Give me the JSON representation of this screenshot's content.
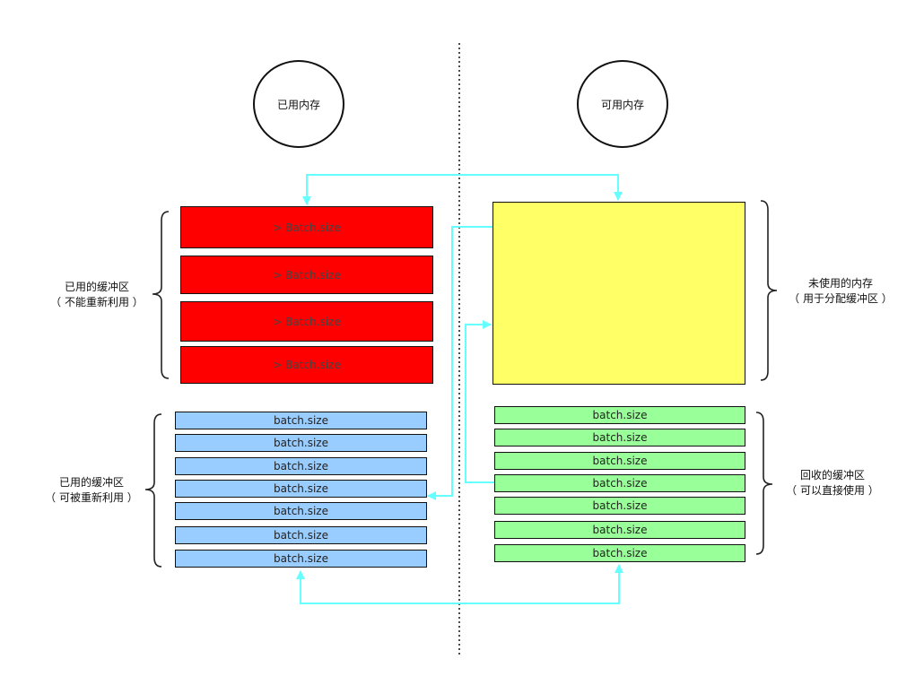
{
  "circles": {
    "used_memory": "已用内存",
    "available_memory": "可用内存"
  },
  "red_blocks": [
    "> Batch.size",
    "> Batch.size",
    "> Batch.size",
    "> Batch.size"
  ],
  "blue_blocks": [
    "batch.size",
    "batch.size",
    "batch.size",
    "batch.size",
    "batch.size",
    "batch.size",
    "batch.size"
  ],
  "green_blocks": [
    "batch.size",
    "batch.size",
    "batch.size",
    "batch.size",
    "batch.size",
    "batch.size",
    "batch.size"
  ],
  "labels": {
    "used_non_reusable_line1": "已用的缓冲区",
    "used_non_reusable_line2": "（ 不能重新利用 ）",
    "used_reusable_line1": "已用的缓冲区",
    "used_reusable_line2": "（ 可被重新利用 ）",
    "unused_line1": "未使用的内存",
    "unused_line2": "（ 用于分配缓冲区 ）",
    "recycled_line1": "回收的缓冲区",
    "recycled_line2": "（ 可以直接使用 ）"
  },
  "colors": {
    "red": "#ff0000",
    "blue": "#99ccff",
    "green": "#99ff99",
    "yellow": "#ffff66",
    "arrow": "#66ffff"
  }
}
